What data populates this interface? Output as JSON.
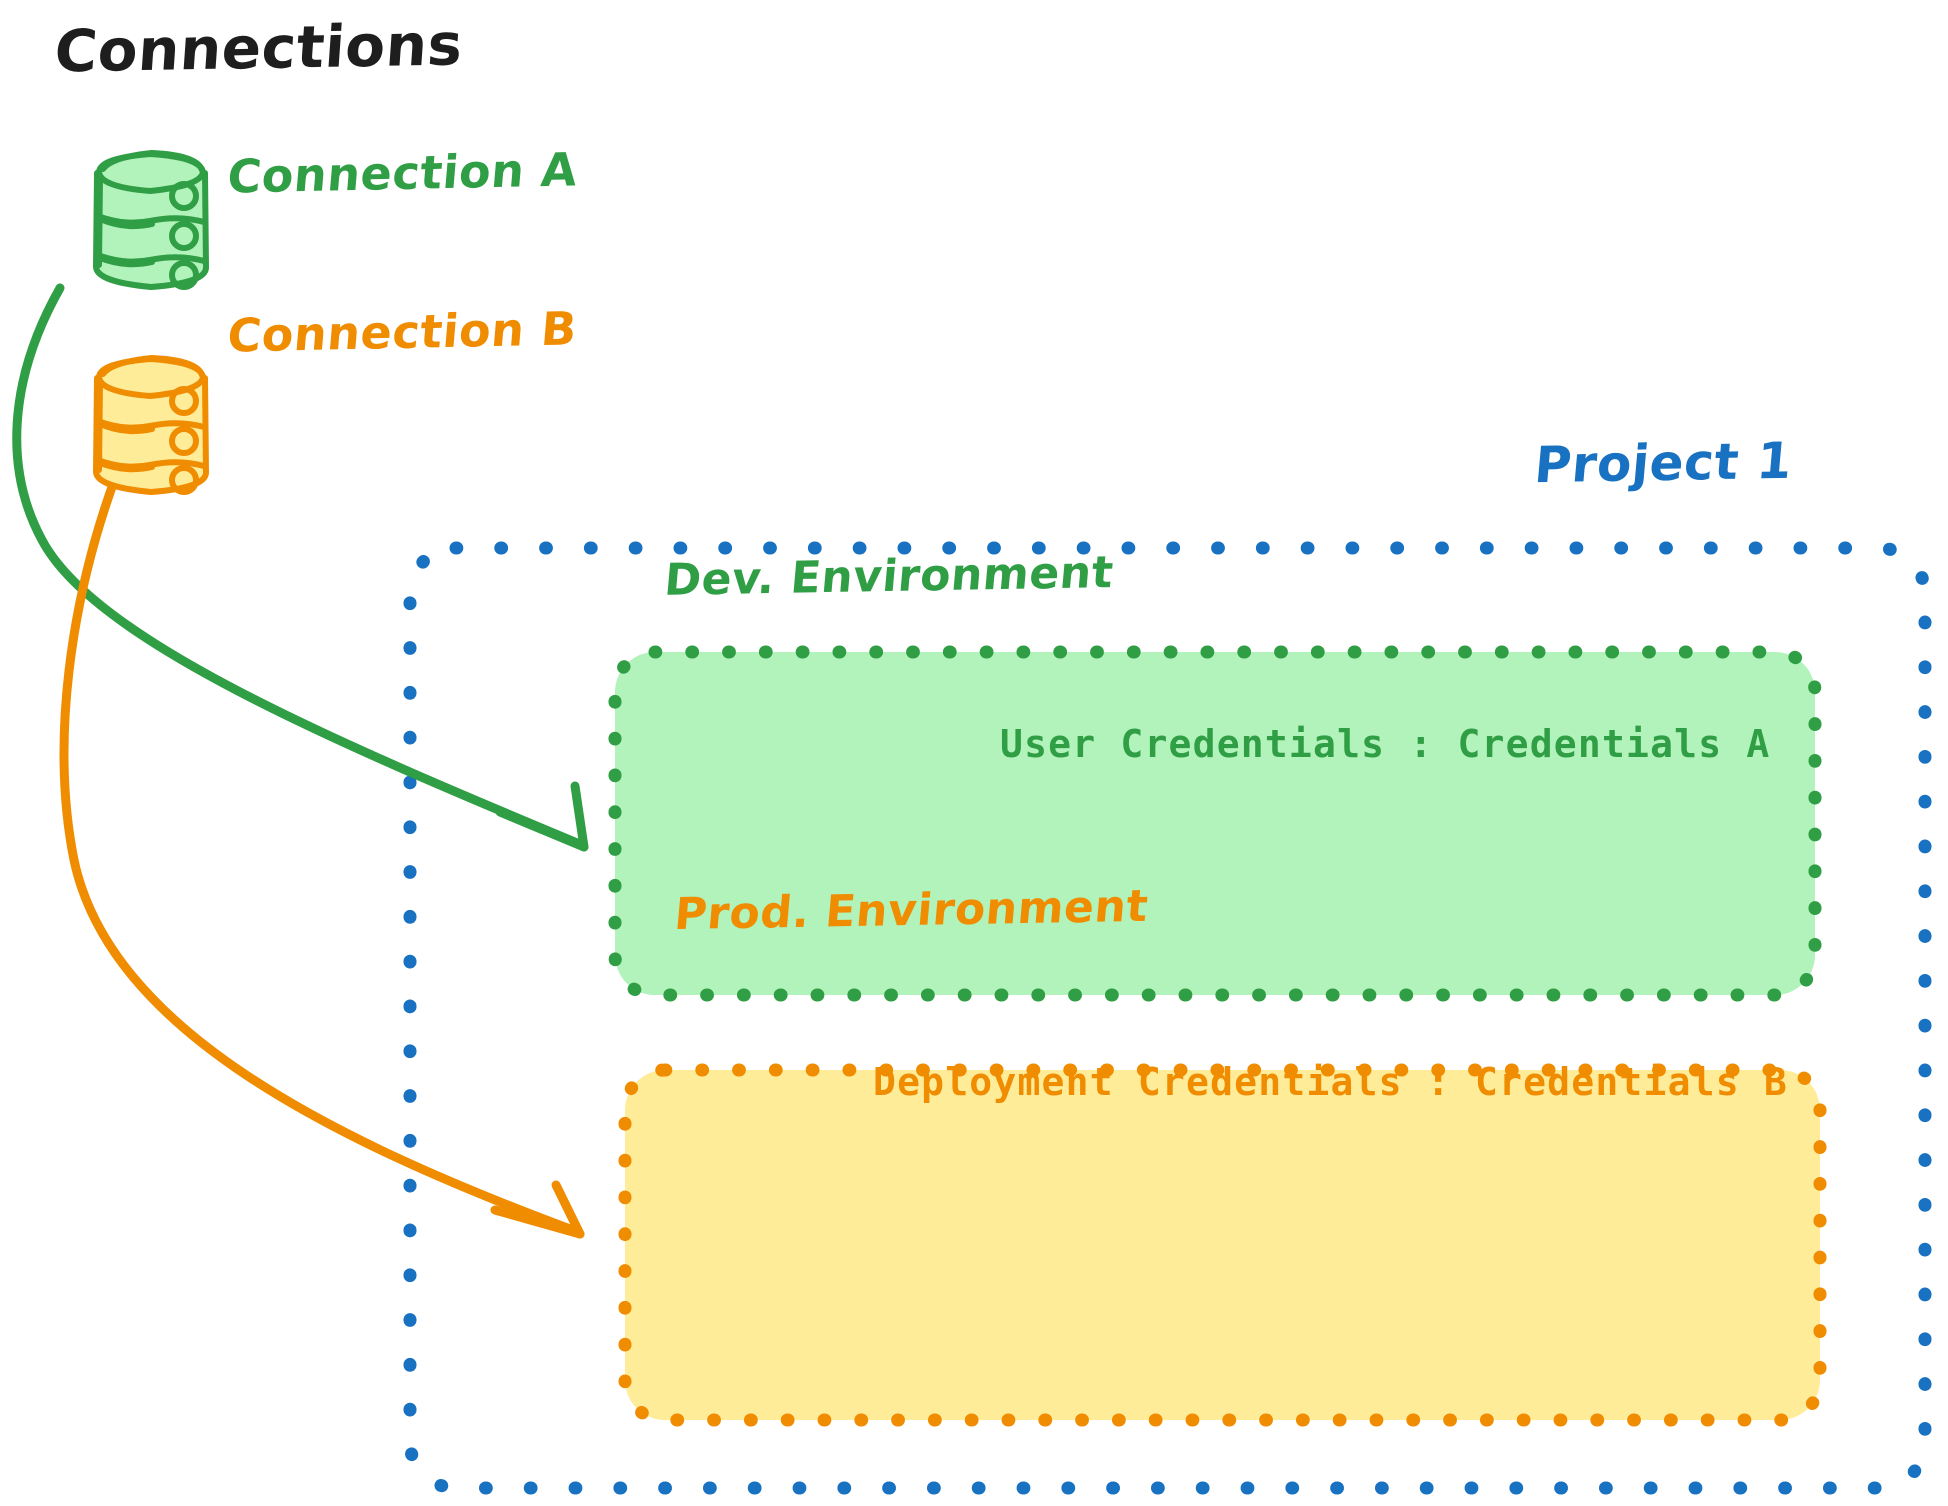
{
  "diagram": {
    "title": "Connections",
    "background": "#ffffff",
    "colors": {
      "black": "#1e1e1e",
      "green_stroke": "#2f9e44",
      "green_fill": "#b2f2bb",
      "orange_stroke": "#f08c00",
      "orange_fill": "#ffec99",
      "blue_stroke": "#1971c2"
    }
  },
  "connections": {
    "heading": "Connections",
    "items": [
      {
        "label": "Connection A",
        "icon": "database-cylinder-icon",
        "color": "#2f9e44",
        "fill": "#b2f2bb"
      },
      {
        "label": "Connection B",
        "icon": "database-cylinder-icon",
        "color": "#f08c00",
        "fill": "#ffec99"
      }
    ]
  },
  "project": {
    "label": "Project 1",
    "color": "#1971c2",
    "border_style": "dotted",
    "environments": [
      {
        "title": "Dev. Environment",
        "credential_label": "User Credentials",
        "credential_separator": ":",
        "credential_value": "Credentials A",
        "credential_line": "User Credentials : Credentials A",
        "stroke": "#2f9e44",
        "fill": "#b2f2bb",
        "border_style": "dotted"
      },
      {
        "title": "Prod. Environment",
        "credential_label": "Deployment Credentials",
        "credential_separator": ":",
        "credential_value": "Credentials B",
        "credential_line": "Deployment Credentials : Credentials B",
        "stroke": "#f08c00",
        "fill": "#ffec99",
        "border_style": "dotted"
      }
    ]
  },
  "arrows": [
    {
      "name": "connection-a-to-dev-environment",
      "from": "Connection A",
      "to": "Dev. Environment",
      "color": "#2f9e44"
    },
    {
      "name": "connection-b-to-prod-environment",
      "from": "Connection B",
      "to": "Prod. Environment",
      "color": "#f08c00"
    }
  ]
}
